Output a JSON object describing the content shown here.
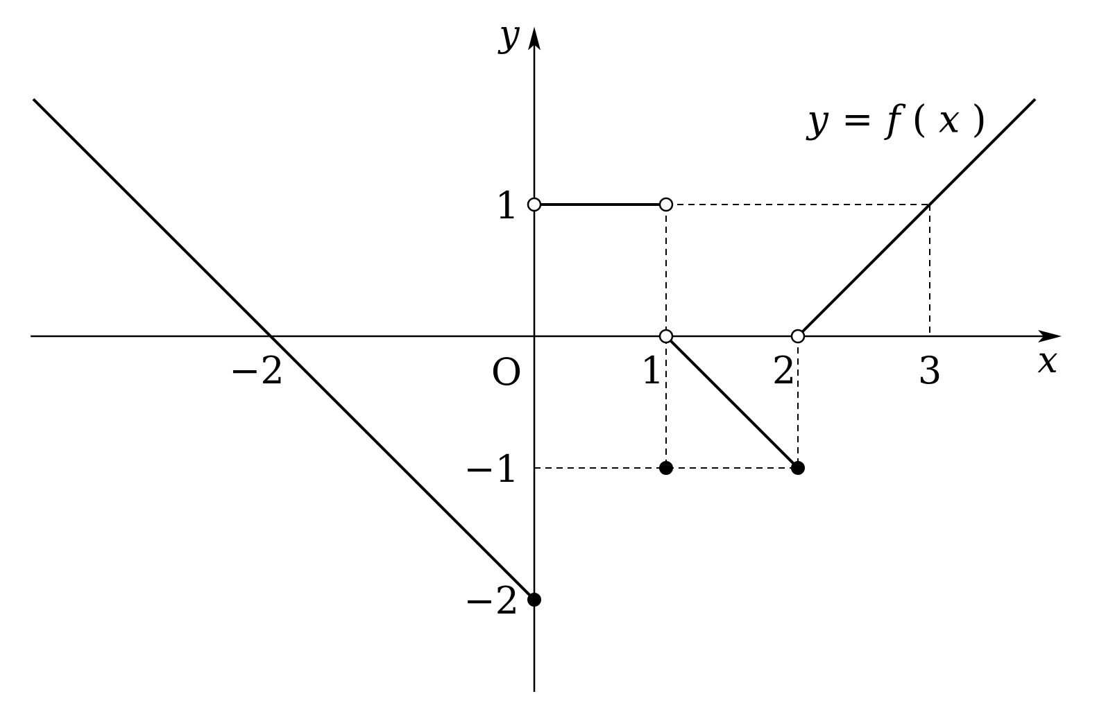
{
  "chart_data": {
    "type": "line",
    "title": "",
    "xlabel": "x",
    "ylabel": "y",
    "origin_label": "O",
    "function_label": "y = f(x)",
    "function_label_parts": [
      "y",
      "=",
      "f",
      "(",
      "x",
      ")"
    ],
    "xlim": [
      -3.82,
      4.0
    ],
    "ylim": [
      -2.7,
      2.35
    ],
    "x_ticks": [
      {
        "value": -2,
        "label": "−2"
      },
      {
        "value": 1,
        "label": "1"
      },
      {
        "value": 2,
        "label": "2"
      },
      {
        "value": 3,
        "label": "3"
      }
    ],
    "y_ticks": [
      {
        "value": 1,
        "label": "1"
      },
      {
        "value": -1,
        "label": "−1"
      },
      {
        "value": -2,
        "label": "−2"
      }
    ],
    "grid": false,
    "legend": "none",
    "series": [
      {
        "points": [
          [
            -3.8,
            1.8
          ],
          [
            0,
            -2
          ]
        ]
      },
      {
        "points": [
          [
            0,
            1
          ],
          [
            1,
            1
          ]
        ]
      },
      {
        "points": [
          [
            1,
            0
          ],
          [
            2,
            -1
          ]
        ]
      },
      {
        "points": [
          [
            2,
            0
          ],
          [
            3.8,
            1.8
          ]
        ]
      }
    ],
    "open_points": [
      [
        0,
        1
      ],
      [
        1,
        1
      ],
      [
        1,
        0
      ],
      [
        2,
        0
      ]
    ],
    "filled_points": [
      [
        0,
        -2
      ],
      [
        1,
        -1
      ],
      [
        2,
        -1
      ]
    ],
    "guide_lines": [
      [
        [
          1,
          1
        ],
        [
          3,
          1
        ]
      ],
      [
        [
          1,
          1
        ],
        [
          1,
          -1
        ]
      ],
      [
        [
          0,
          -1
        ],
        [
          2,
          -1
        ]
      ],
      [
        [
          2,
          0
        ],
        [
          2,
          -1
        ]
      ],
      [
        [
          3,
          1
        ],
        [
          3,
          0
        ]
      ]
    ]
  }
}
